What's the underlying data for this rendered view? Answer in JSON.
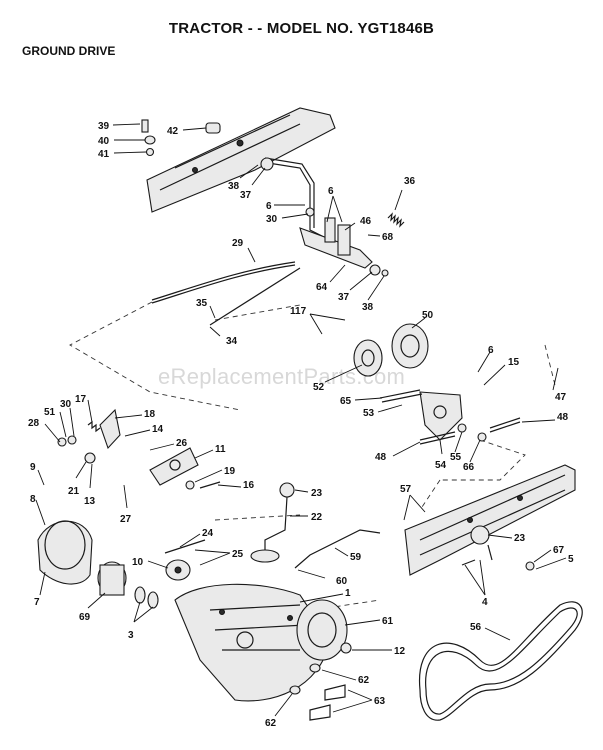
{
  "header": {
    "title": "TRACTOR - - MODEL NO. YGT1846B",
    "subtitle": "GROUND DRIVE"
  },
  "watermark": "eReplacementParts.com",
  "callouts": [
    "39",
    "40",
    "41",
    "42",
    "38",
    "37",
    "6",
    "30",
    "46",
    "36",
    "68",
    "6",
    "29",
    "64",
    "37",
    "38",
    "35",
    "34",
    "117",
    "50",
    "52",
    "6",
    "15",
    "47",
    "65",
    "53",
    "48",
    "17",
    "18",
    "51",
    "30",
    "14",
    "28",
    "26",
    "11",
    "48",
    "54",
    "55",
    "66",
    "9",
    "21",
    "13",
    "19",
    "16",
    "8",
    "27",
    "23",
    "22",
    "24",
    "57",
    "23",
    "67",
    "5",
    "10",
    "25",
    "59",
    "60",
    "7",
    "69",
    "3",
    "1",
    "61",
    "4",
    "12",
    "56",
    "62",
    "62",
    "63"
  ]
}
